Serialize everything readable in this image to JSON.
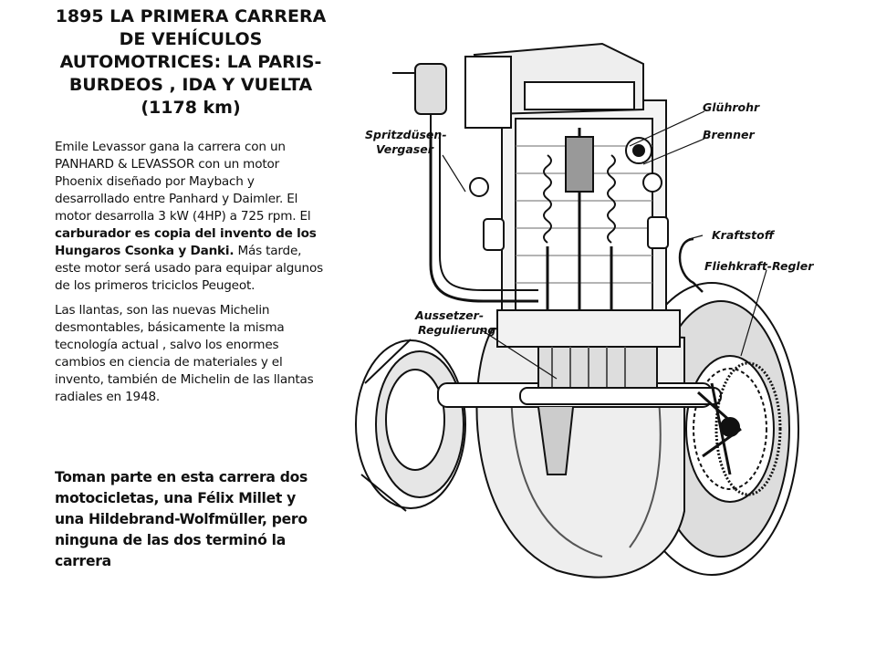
{
  "slide": {
    "title": "1895 LA PRIMERA CARRERA DE VEHÍCULOS AUTOMOTRICES: LA PARIS- BURDEOS , IDA Y VUELTA (1178 km)",
    "paragraph1": {
      "part1": "Emile Levassor gana la carrera con un PANHARD  &  LEVASSOR con un motor Phoenix  diseñado por Maybach  y desarrollado entre Panhard y Daimler. El motor desarrolla 3 kW (4HP) a 725 rpm.  El ",
      "bold1": "carburador es  copia del invento de los Hungaros  Csonka y Danki.",
      "part2": " Más tarde, este motor será usado para equipar algunos de los primeros triciclos Peugeot."
    },
    "paragraph2": "Las llantas, son las nuevas Michelin desmontables, básicamente la misma tecnología actual , salvo los enormes cambios en ciencia de materiales  y el invento, también de Michelin de las llantas radiales en 1948.",
    "closing": "Toman parte en esta carrera dos motocicletas, una Félix Millet y una Hildebrand-Wolfmüller,  pero ninguna de las dos terminó la carrera"
  },
  "figure": {
    "labels": {
      "spritz": "Spritzdüsen-",
      "vergaser": "Vergaser",
      "gluhrohr": "Glührohr",
      "brenner": "Brenner",
      "kraftstoff": "Kraftstoff",
      "fliehkraft": "Fliehkraft-Regler",
      "aussetzer": "Aussetzer-",
      "regulierung": "Regulierung"
    }
  }
}
